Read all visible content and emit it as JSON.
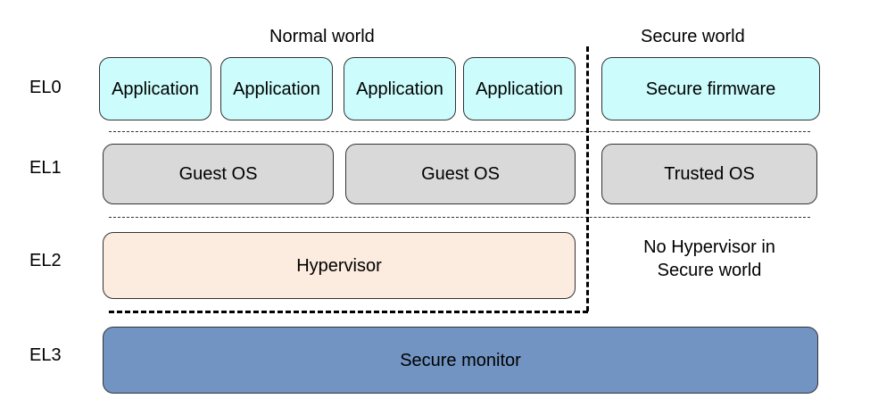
{
  "headers": {
    "normal_world": "Normal world",
    "secure_world": "Secure world"
  },
  "levels": {
    "el0": "EL0",
    "el1": "EL1",
    "el2": "EL2",
    "el3": "EL3"
  },
  "el0": {
    "applications": [
      "Application",
      "Application",
      "Application",
      "Application"
    ],
    "secure_firmware": "Secure firmware"
  },
  "el1": {
    "guest_os": [
      "Guest OS",
      "Guest OS"
    ],
    "trusted_os": "Trusted OS"
  },
  "el2": {
    "hypervisor": "Hypervisor",
    "no_hypervisor_line1": "No Hypervisor in",
    "no_hypervisor_line2": "Secure world"
  },
  "el3": {
    "secure_monitor": "Secure monitor"
  },
  "colors": {
    "application": "#ccfcfc",
    "os": "#d9d9d9",
    "hypervisor": "#fcebdf",
    "secure_monitor": "#7194c2"
  }
}
